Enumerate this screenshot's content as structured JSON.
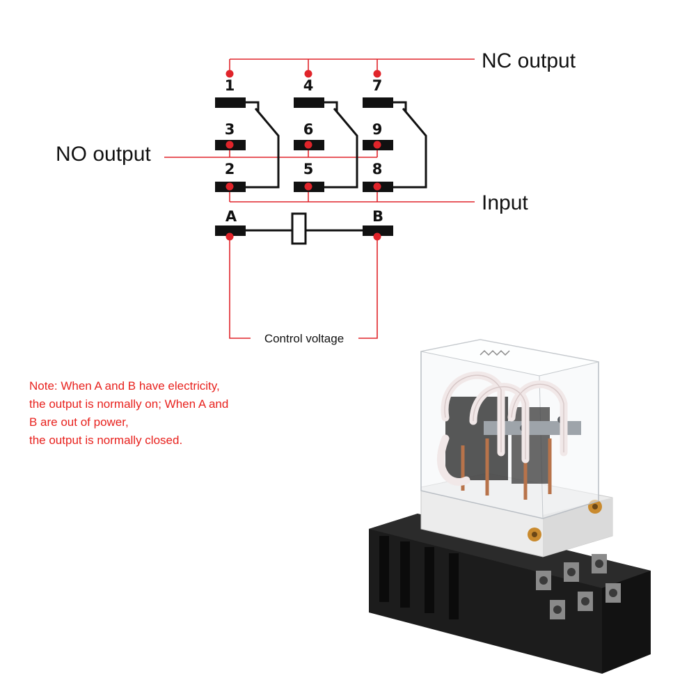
{
  "labels": {
    "nc_output": "NC output",
    "no_output": "NO output",
    "input": "Input",
    "control_voltage": "Control voltage"
  },
  "pins": {
    "p1": "1",
    "p2": "2",
    "p3": "3",
    "p4": "4",
    "p5": "5",
    "p6": "6",
    "p7": "7",
    "p8": "8",
    "p9": "9",
    "coil_a": "A",
    "coil_b": "B"
  },
  "note": {
    "line1": "Note: When A and B have electricity,",
    "line2": "the output is normally on; When A and",
    "line3": "B are out of power,",
    "line4": "the output is normally closed."
  },
  "colors": {
    "wire_red": "#e0242a",
    "contact_black": "#111111",
    "note_red": "#e8211d"
  },
  "icons": {
    "product": "relay-with-socket-image"
  }
}
